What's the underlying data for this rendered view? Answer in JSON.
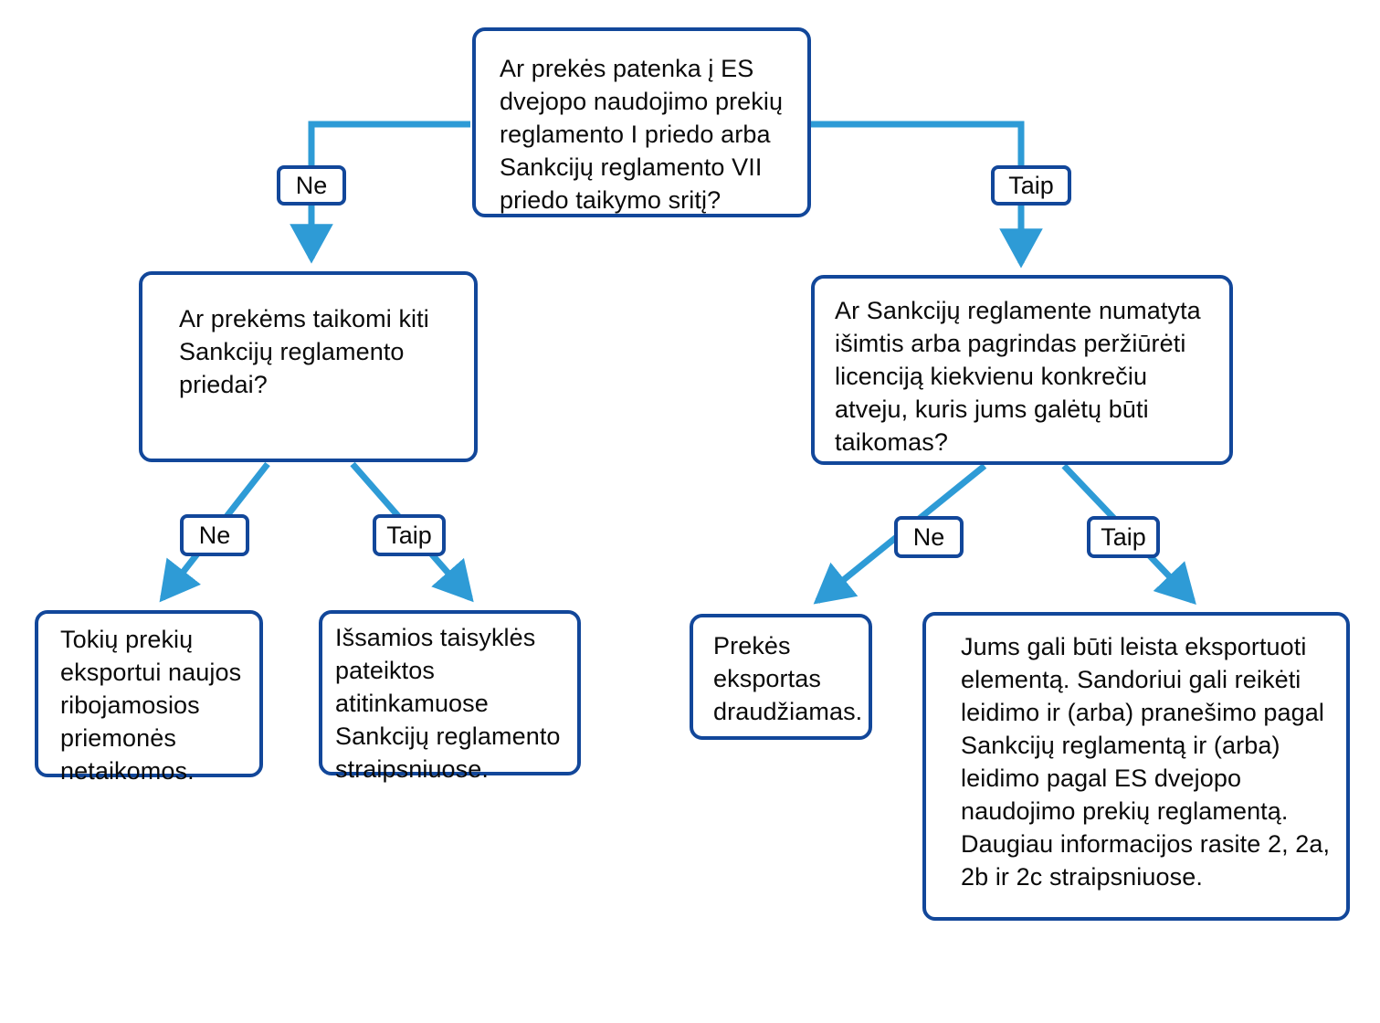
{
  "diagram": {
    "title": "Dvejopo naudojimo prekiu eksporto sprendimu medis",
    "colors": {
      "node_border": "#12479A",
      "node_fill": "#FFFFFF",
      "connector": "#2E9BD6",
      "text": "#0A0A0A",
      "background": "#FFFFFF"
    },
    "nodes": [
      {
        "id": "root",
        "kind": "decision",
        "text": "Ar prekės patenka į ES dvejopo naudojimo prekių reglamento I priedo arba Sankcijų reglamento VII priedo taikymo sritį?"
      },
      {
        "id": "left-decision",
        "kind": "decision",
        "text": "Ar prekėms taikomi kiti Sankcijų reglamento priedai?"
      },
      {
        "id": "right-decision",
        "kind": "decision",
        "text": "Ar Sankcijų reglamente numatyta išimtis arba pagrindas peržiūrėti licenciją kiekvienu konkrečiu atveju, kuris jums galėtų būti taikomas?"
      },
      {
        "id": "outcome-no-new-measures",
        "kind": "outcome",
        "text": "Tokių prekių eksportui naujos ribojamosios priemonės netaikomos."
      },
      {
        "id": "outcome-detailed-rules",
        "kind": "outcome",
        "text": "Išsamios taisyklės pateiktos atitinkamuose Sankcijų reglamento straipsniuose."
      },
      {
        "id": "outcome-export-prohibited",
        "kind": "outcome",
        "text": "Prekės eksportas draudžiamas."
      },
      {
        "id": "outcome-export-may-be-allowed",
        "kind": "outcome",
        "text": "Jums gali būti leista eksportuoti elementą. Sandoriui gali reikėti leidimo ir (arba) pranešimo pagal Sankcijų reglamentą ir (arba) leidimo pagal ES dvejopo naudojimo prekių reglamentą. Daugiau informacijos rasite 2, 2a, 2b ir 2c straipsniuose."
      }
    ],
    "edge_labels": {
      "root_no": "Ne",
      "root_yes": "Taip",
      "left_no": "Ne",
      "left_yes": "Taip",
      "right_no": "Ne",
      "right_yes": "Taip"
    },
    "edges": [
      {
        "from": "root",
        "to": "left-decision",
        "label": "Ne"
      },
      {
        "from": "root",
        "to": "right-decision",
        "label": "Taip"
      },
      {
        "from": "left-decision",
        "to": "outcome-no-new-measures",
        "label": "Ne"
      },
      {
        "from": "left-decision",
        "to": "outcome-detailed-rules",
        "label": "Taip"
      },
      {
        "from": "right-decision",
        "to": "outcome-export-prohibited",
        "label": "Ne"
      },
      {
        "from": "right-decision",
        "to": "outcome-export-may-be-allowed",
        "label": "Taip"
      }
    ]
  }
}
